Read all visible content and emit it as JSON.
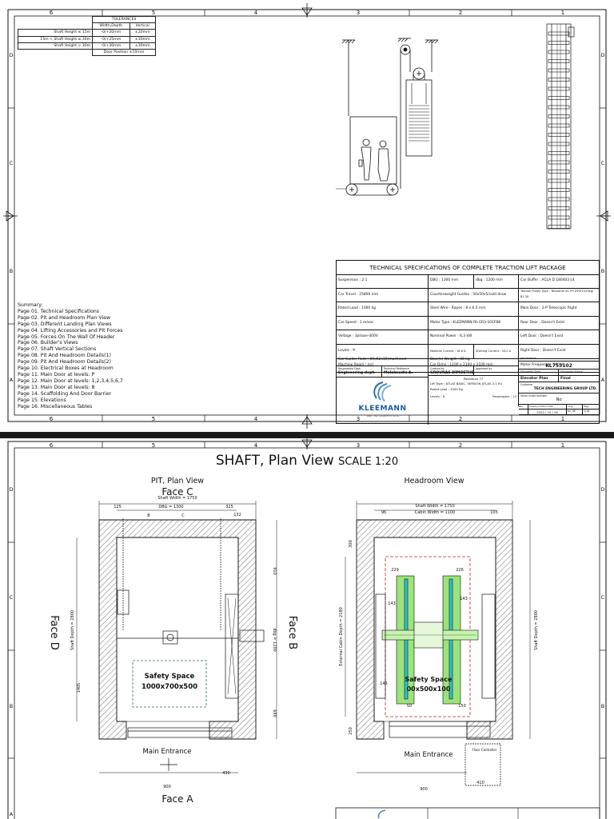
{
  "border": {
    "columns": [
      "6",
      "5",
      "4",
      "3",
      "2",
      "1"
    ],
    "rows": [
      "D",
      "C",
      "B",
      "A"
    ]
  },
  "tolerances": {
    "title": "TOLERANCES",
    "headers": [
      "Width,Depth",
      "Vertical"
    ],
    "rows": [
      {
        "label": "Shaft Height ≤ 15m",
        "width": "-0/+20mm",
        "vertical": "±20mm"
      },
      {
        "label": "15m < Shaft Height ≤ 30m",
        "width": "-0/+25mm",
        "vertical": "±30mm"
      },
      {
        "label": "Shaft Height > 30m",
        "width": "-0/+30mm",
        "vertical": "±30mm"
      }
    ],
    "footer": "Door Position ±10mm"
  },
  "summary": {
    "title": "Summary:",
    "pages": [
      "Page 01.  Technical Specifications",
      "Page 02.  Pit and Headroom Plan View",
      "Page 03.  Different Landing Plan Views",
      "Page 04.  Lifting Accessories and Pit Forces",
      "Page 05.  Forces On The Wall Of Header",
      "Page 06.  Builder's Views",
      "Page 07.  Shaft Vertical Sections",
      "Page 08.  Pit And Headroom Details(1)",
      "Page 09.  Pit And Headroom Details(2)",
      "Page 10.  Electrical Boxes at Headroom",
      "Page 11.  Main Door at levels: P",
      "Page 12.  Main Door at levels: 1,2,3,4,5,6,7",
      "Page 13.  Main Door at levels: 8",
      "Page 14.  Scaffolding And Door Barrier",
      "Page 15.  Elevations",
      "Page 16.  Miscellaneous Tables"
    ]
  },
  "spec": {
    "title": "TECHNICAL SPECIFICATIONS OF COMPLETE TRACTION LIFT PACKAGE",
    "rows": [
      [
        "Suspension : 2:1",
        "DBG : 1300 mm",
        "dbg : 1200 mm",
        "Car Buffer : ACLA D 180403 L4"
      ],
      [
        "Car Travel : 25800 mm",
        "Counterweight Guides : 50x50x5/cold draw",
        "",
        "Tension Pulley Type : Tensioner KL.FH Ø25(1x29kg) 81.20"
      ],
      [
        "Rated Load : 1000 kg",
        "Steel Wire - Ropes : 8 x 6,5 mm",
        "",
        "Main Door : 2-P Telescopic Right"
      ],
      [
        "Car Speed : 1 m/sec",
        "Motor Type : KLEEMANN Rh ER3-101F88",
        "",
        "Rear Door : Doesn't Exist"
      ],
      [
        "Voltage : 3phase-400V",
        "Nominal Power : 6,3 kW",
        "",
        "Left Door : Doesn't Exist"
      ],
      [
        "Levels : 9",
        "Nominal Current : 16,6 A",
        "Starting Current : 33,2 A",
        "Right Door : Doesn't Exist"
      ],
      [
        "Machine Room : mrl",
        "Car Dims : 1100 x 2100 x 2100 mm",
        "",
        "Motor Frequency : 50 Hz"
      ]
    ],
    "last_row": [
      "Car Guider Rails : 89x62x16(machined",
      "Door(s) Weight : 86 kg",
      "",
      "Job Number"
    ],
    "job_number": "KL753102",
    "title_block": {
      "responsible_dept_label": "Responsible Dept.",
      "responsible_dept": "Engineering dept.",
      "technical_ref_label": "Technical Reference",
      "technical_ref": "Malakoudis A.",
      "created_by_label": "Created by",
      "created_by": "GROUNAS DIMOSTHENIS",
      "approved_by_label": "Approved by",
      "doc_type_label": "Document Type",
      "doc_type": "Elevator Plan",
      "doc_status_label": "Document Status",
      "doc_status": "Final",
      "address": "Palaiohori 77",
      "lift_type": "Lift Type : ATLAS BASIC, VERSION ATLAS 2:1 EU",
      "rated_load": "Rated Load : 1000 Kg",
      "levels": "Levels : 9",
      "passengers": "Passengers : 13",
      "customer_label": "Customer",
      "customer": "TECH ENGINEERING GROUP LTD.",
      "customer_ref_label": "Serial Order Number",
      "no": "No",
      "rev_label": "Rev.",
      "date_label": "Drawing Creation Date",
      "lang_label": "Lang.",
      "page_label": "Page",
      "date": "2022 / 10 / 26",
      "lang": "en_UK",
      "page": "1/16"
    },
    "brand": "KLEEMANN",
    "tagline": "Your 1st Choice in Lifts"
  },
  "plan": {
    "title": "SHAFT, Plan View",
    "scale": "SCALE 1:20",
    "pit_title": "PIT, Plan View",
    "headroom_title": "Headroom View",
    "face_c": "Face C",
    "face_d": "Face D",
    "face_b": "Face B",
    "face_a": "Face A",
    "shaft_width": "Shaft Width = 1750",
    "dbg": "DBG = 1300",
    "dim_125": "125",
    "dim_325": "325",
    "dim_132": "132",
    "b_mark": "B",
    "c_mark": "C",
    "shaft_depth": "Shaft Depth = 2800",
    "dim_910": "910",
    "dim_1200": "dbg = 1200",
    "dim_690": "690",
    "dim_1405": "1405",
    "safety_space": "Safety Space",
    "safety_dims": "1000x700x500",
    "safety_dims_h": "00x500x100",
    "main_entrance": "Main Entrance",
    "dim_900": "900",
    "dim_430": "430",
    "dim_410": "410",
    "cabin_width": "Cabin Width = 1100",
    "dim_96": "96",
    "dim_105": "105",
    "dim_229": "229",
    "dim_226": "226",
    "dim_143": "143",
    "dim_145": "145",
    "dim_50": "50",
    "dim_150": "150",
    "dim_300": "300",
    "dim_250": "250",
    "ext_cabin_depth": "External Cabin Depth = 2180",
    "floor_controller": "Floor Controller"
  }
}
